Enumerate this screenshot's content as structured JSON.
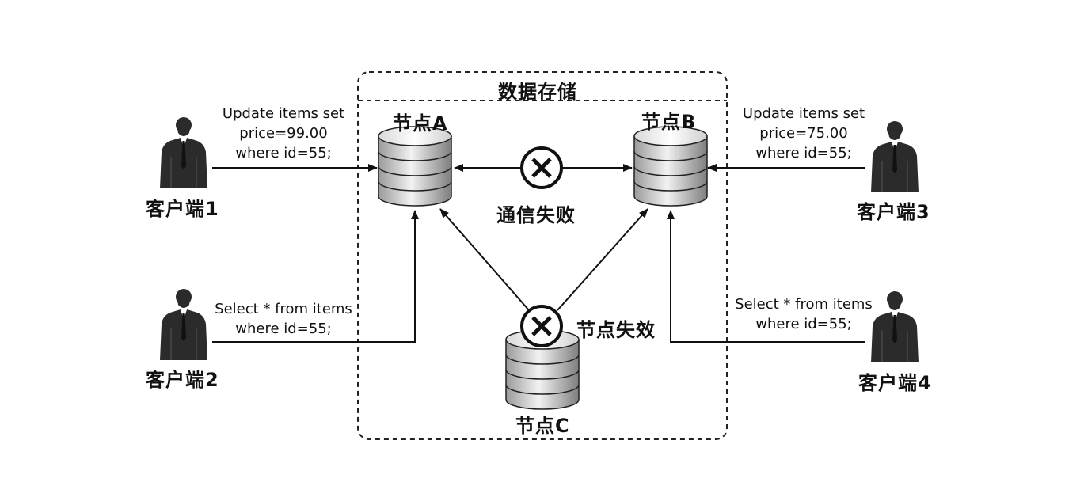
{
  "store": {
    "title": "数据存储"
  },
  "nodes": {
    "a": {
      "label": "节点A"
    },
    "b": {
      "label": "节点B"
    },
    "c": {
      "label": "节点C",
      "status": "节点失效"
    }
  },
  "link": {
    "status": "通信失败"
  },
  "clients": {
    "c1": {
      "label": "客户端1",
      "query": [
        "Update items set",
        "price=99.00",
        "where id=55;"
      ]
    },
    "c2": {
      "label": "客户端2",
      "query": [
        "Select * from items",
        "where id=55;"
      ]
    },
    "c3": {
      "label": "客户端3",
      "query": [
        "Update items set",
        "price=75.00",
        "where id=55;"
      ]
    },
    "c4": {
      "label": "客户端4",
      "query": [
        "Select * from items",
        "where id=55;"
      ]
    }
  },
  "colors": {
    "line": "#111111",
    "person": "#2b2b2b",
    "db_light": "#e4e4e4",
    "db_dark": "#8c8c8c"
  }
}
